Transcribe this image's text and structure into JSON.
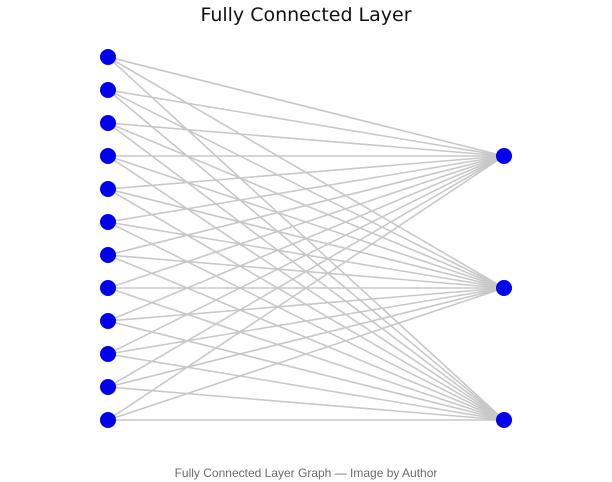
{
  "title": "Fully Connected Layer",
  "caption": "Fully Connected Layer Graph — Image by Author",
  "graph": {
    "input_nodes": 12,
    "output_nodes": 3,
    "fully_connected": true,
    "node_color": "#0000ee",
    "edge_color": "#c8c8c8"
  }
}
